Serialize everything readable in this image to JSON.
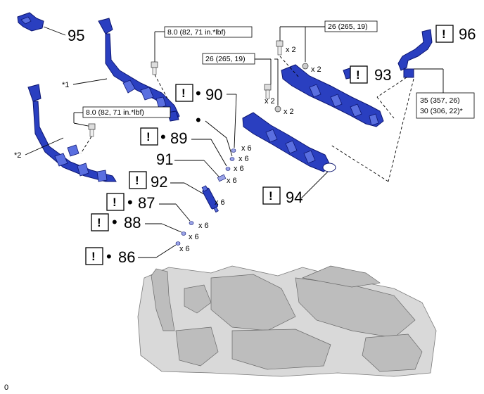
{
  "callouts": {
    "c95": "95",
    "c96": "96",
    "c93": "93",
    "c94": "94",
    "c90": "90",
    "c89": "89",
    "c91": "91",
    "c92": "92",
    "c87": "87",
    "c88": "88",
    "c86": "86"
  },
  "sublabels": {
    "star1": "*1",
    "star2": "*2"
  },
  "torque": {
    "harness1": "8.0 (82, 71 in.*lbf)",
    "harness2": "8.0 (82, 71 in.*lbf)",
    "rail_upper": "26 (265, 19)",
    "rail_lower": "26 (265, 19)",
    "pipe_line1": "35 (357, 26)",
    "pipe_line2": "30 (306, 22)*"
  },
  "quantities": {
    "q_rail_upper_bolt": "x 2",
    "q_rail_upper_nut": "x 2",
    "q_rail_lower_bolt": "x 2",
    "q_rail_lower_nut": "x 2",
    "q90": "x 6",
    "q89": "x 6",
    "q91": "x 6",
    "q92": "x 6",
    "q87": "x 6",
    "q88": "x 6",
    "q86": "x 6"
  },
  "markers": {
    "caution": "!",
    "bullet": "•"
  },
  "footer": {
    "code": "0"
  },
  "colors": {
    "part_blue": "#2a3fc0",
    "engine_gray": "#d9d9d9"
  }
}
